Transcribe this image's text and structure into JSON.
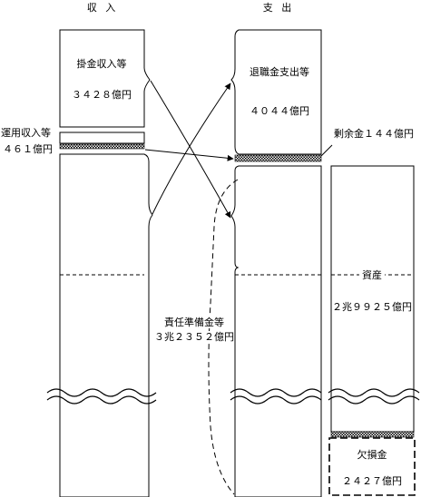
{
  "headers": {
    "income": "収 入",
    "expense": "支 出"
  },
  "income": {
    "receivables_label": "掛金収入等",
    "receivables_value": "３４２８億円",
    "investment_label": "運用収入等",
    "investment_value": "４６１億円"
  },
  "expense": {
    "retirement_label": "退職金支出等",
    "retirement_value": "４０４４億円",
    "surplus": "剰余金１４４億円"
  },
  "reserve": {
    "label": "責任準備金等",
    "value": "３兆２３５２億円"
  },
  "assets": {
    "label": "資産",
    "value": "２兆９９２５億円"
  },
  "deficit": {
    "label": "欠損金",
    "value": "２４２７億円"
  }
}
